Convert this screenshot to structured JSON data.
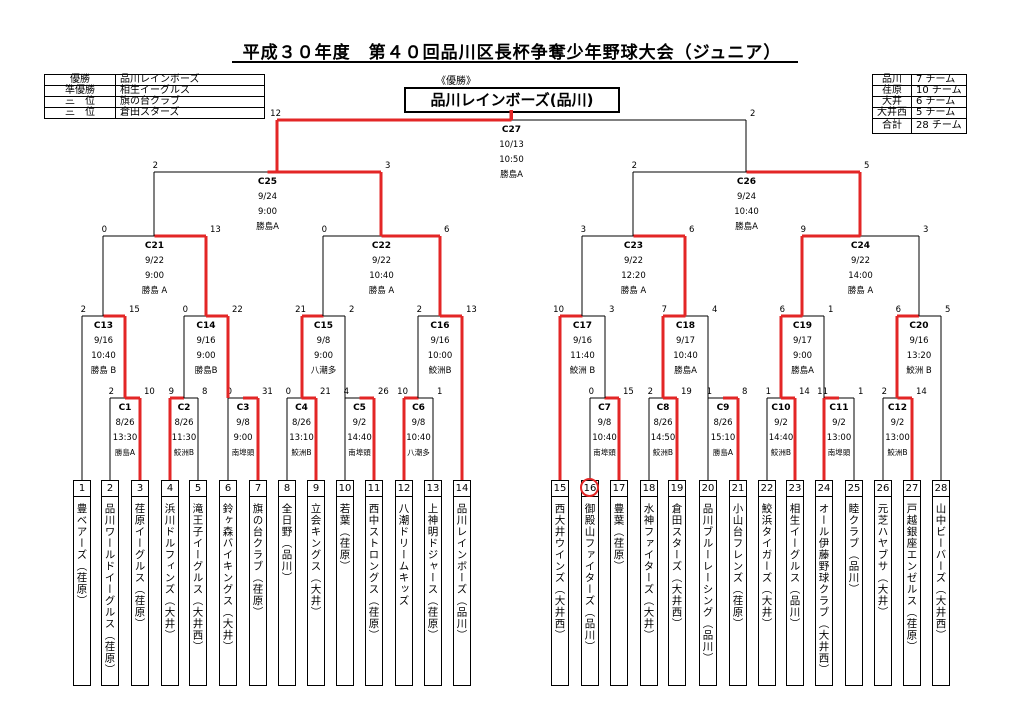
{
  "title": "平成３０年度　第４０回品川区長杯争奪少年野球大会（ジュニア）",
  "results": [
    {
      "rank": "優勝",
      "team": "品川レインボーズ"
    },
    {
      "rank": "準優勝",
      "team": "相生イーグルス"
    },
    {
      "rank": "三　位",
      "team": "旗の台クラブ"
    },
    {
      "rank": "三　位",
      "team": "倉田スターズ"
    }
  ],
  "champion_caption": "《優勝》",
  "champion": "品川レインボーズ(品川)",
  "counts": [
    {
      "area": "品川",
      "n": "7 チーム"
    },
    {
      "area": "荏原",
      "n": "10 チーム"
    },
    {
      "area": "大井",
      "n": "6 チーム"
    },
    {
      "area": "大井西",
      "n": "5 チーム"
    },
    {
      "area": "合計",
      "n": "28 チーム"
    }
  ],
  "teams": [
    {
      "no": "1",
      "name": "豊ベアーズ（荏原）"
    },
    {
      "no": "2",
      "name": "品川ワールドイーグルス（荏原）"
    },
    {
      "no": "3",
      "name": "荏原イーグルス（荏原）"
    },
    {
      "no": "4",
      "name": "浜川ドルフィンズ（大井）"
    },
    {
      "no": "5",
      "name": "滝王子イーグルス（大井西）"
    },
    {
      "no": "6",
      "name": "鈴ヶ森バイキングス（大井）"
    },
    {
      "no": "7",
      "name": "旗の台クラブ（荏原）"
    },
    {
      "no": "8",
      "name": "全日野（品川）"
    },
    {
      "no": "9",
      "name": "立会キングス（大井）"
    },
    {
      "no": "10",
      "name": "若葉（荏原）"
    },
    {
      "no": "11",
      "name": "西中ストロングス（荏原）"
    },
    {
      "no": "12",
      "name": "八潮ドリームキッズ"
    },
    {
      "no": "13",
      "name": "上神明ドジャース（荏原）"
    },
    {
      "no": "14",
      "name": "品川レインボーズ（品川）"
    },
    {
      "no": "15",
      "name": "西大井ウインズ（大井西）"
    },
    {
      "no": "16",
      "name": "御殿山ファイターズ（品川）"
    },
    {
      "no": "17",
      "name": "豊葉（荏原）"
    },
    {
      "no": "18",
      "name": "水神ファイターズ（大井）"
    },
    {
      "no": "19",
      "name": "倉田スターズ（大井西）"
    },
    {
      "no": "20",
      "name": "品川ブルーレーシング（品川）"
    },
    {
      "no": "21",
      "name": "小山台フレンズ（荏原）"
    },
    {
      "no": "22",
      "name": "鮫浜タイガーズ（大井）"
    },
    {
      "no": "23",
      "name": "相生イーグルス（品川）"
    },
    {
      "no": "24",
      "name": "オール伊藤野球クラブ（大井西）"
    },
    {
      "no": "25",
      "name": "睦クラブ（品川）"
    },
    {
      "no": "26",
      "name": "元芝ハヤブサ（大井）"
    },
    {
      "no": "27",
      "name": "戸越銀座エンゼルス（荏原）"
    },
    {
      "no": "28",
      "name": "山中ビーバーズ（大井西）"
    }
  ],
  "matches": [
    {
      "id": "C1",
      "date": "8/26",
      "time": "13:30",
      "venue": "勝島A",
      "ls": "2",
      "rs": "10"
    },
    {
      "id": "C2",
      "date": "8/26",
      "time": "11:30",
      "venue": "鮫洲B",
      "ls": "9",
      "rs": "8"
    },
    {
      "id": "C3",
      "date": "9/8",
      "time": "9:00",
      "venue": "南埠頭",
      "ls": "0",
      "rs": "31"
    },
    {
      "id": "C4",
      "date": "8/26",
      "time": "13:10",
      "venue": "鮫洲B",
      "ls": "0",
      "rs": "21"
    },
    {
      "id": "C5",
      "date": "9/2",
      "time": "14:40",
      "venue": "南埠頭",
      "ls": "4",
      "rs": "26"
    },
    {
      "id": "C6",
      "date": "9/8",
      "time": "10:40",
      "venue": "八潮多",
      "ls": "10",
      "rs": "1"
    },
    {
      "id": "C7",
      "date": "9/8",
      "time": "10:40",
      "venue": "南埠頭",
      "ls": "0",
      "rs": "15"
    },
    {
      "id": "C8",
      "date": "8/26",
      "time": "14:50",
      "venue": "鮫洲B",
      "ls": "2",
      "rs": "19"
    },
    {
      "id": "C9",
      "date": "8/26",
      "time": "15:10",
      "venue": "勝島A",
      "ls": "1",
      "rs": "8"
    },
    {
      "id": "C10",
      "date": "9/2",
      "time": "14:40",
      "venue": "鮫洲B",
      "ls": "1",
      "rs": "14"
    },
    {
      "id": "C11",
      "date": "9/2",
      "time": "13:00",
      "venue": "南埠頭",
      "ls": "11",
      "rs": "1"
    },
    {
      "id": "C12",
      "date": "9/2",
      "time": "13:00",
      "venue": "鮫洲B",
      "ls": "2",
      "rs": "14"
    },
    {
      "id": "C13",
      "date": "9/16",
      "time": "10:40",
      "venue": "勝島 B",
      "ls": "2",
      "rs": "15"
    },
    {
      "id": "C14",
      "date": "9/16",
      "time": "9:00",
      "venue": "勝島B",
      "ls": "0",
      "rs": "22"
    },
    {
      "id": "C15",
      "date": "9/8",
      "time": "9:00",
      "venue": "八潮多",
      "ls": "21",
      "rs": "2"
    },
    {
      "id": "C16",
      "date": "9/16",
      "time": "10:00",
      "venue": "鮫洲B",
      "ls": "2",
      "rs": "13"
    },
    {
      "id": "C17",
      "date": "9/16",
      "time": "11:40",
      "venue": "鮫洲 B",
      "ls": "10",
      "rs": "3"
    },
    {
      "id": "C18",
      "date": "9/17",
      "time": "10:40",
      "venue": "勝島A",
      "ls": "7",
      "rs": "4"
    },
    {
      "id": "C19",
      "date": "9/17",
      "time": "9:00",
      "venue": "勝島A",
      "ls": "6",
      "rs": "1"
    },
    {
      "id": "C20",
      "date": "9/16",
      "time": "13:20",
      "venue": "鮫洲 B",
      "ls": "6",
      "rs": "5"
    },
    {
      "id": "C21",
      "date": "9/22",
      "time": "9:00",
      "venue": "勝島 A",
      "ls": "0",
      "rs": "13"
    },
    {
      "id": "C22",
      "date": "9/22",
      "time": "10:40",
      "venue": "勝島 A",
      "ls": "0",
      "rs": "6"
    },
    {
      "id": "C23",
      "date": "9/22",
      "time": "12:20",
      "venue": "勝島 A",
      "ls": "3",
      "rs": "6"
    },
    {
      "id": "C24",
      "date": "9/22",
      "time": "14:00",
      "venue": "勝島 A",
      "ls": "9",
      "rs": "3"
    },
    {
      "id": "C25",
      "date": "9/24",
      "time": "9:00",
      "venue": "勝島A",
      "ls": "2",
      "rs": "3"
    },
    {
      "id": "C26",
      "date": "9/24",
      "time": "10:40",
      "venue": "勝島A",
      "ls": "2",
      "rs": "5"
    },
    {
      "id": "C27",
      "date": "10/13",
      "time": "10:50",
      "venue": "勝島A",
      "ls": "12",
      "rs": "2"
    }
  ],
  "colors": {
    "line": "#000000",
    "win": "#e32626"
  }
}
